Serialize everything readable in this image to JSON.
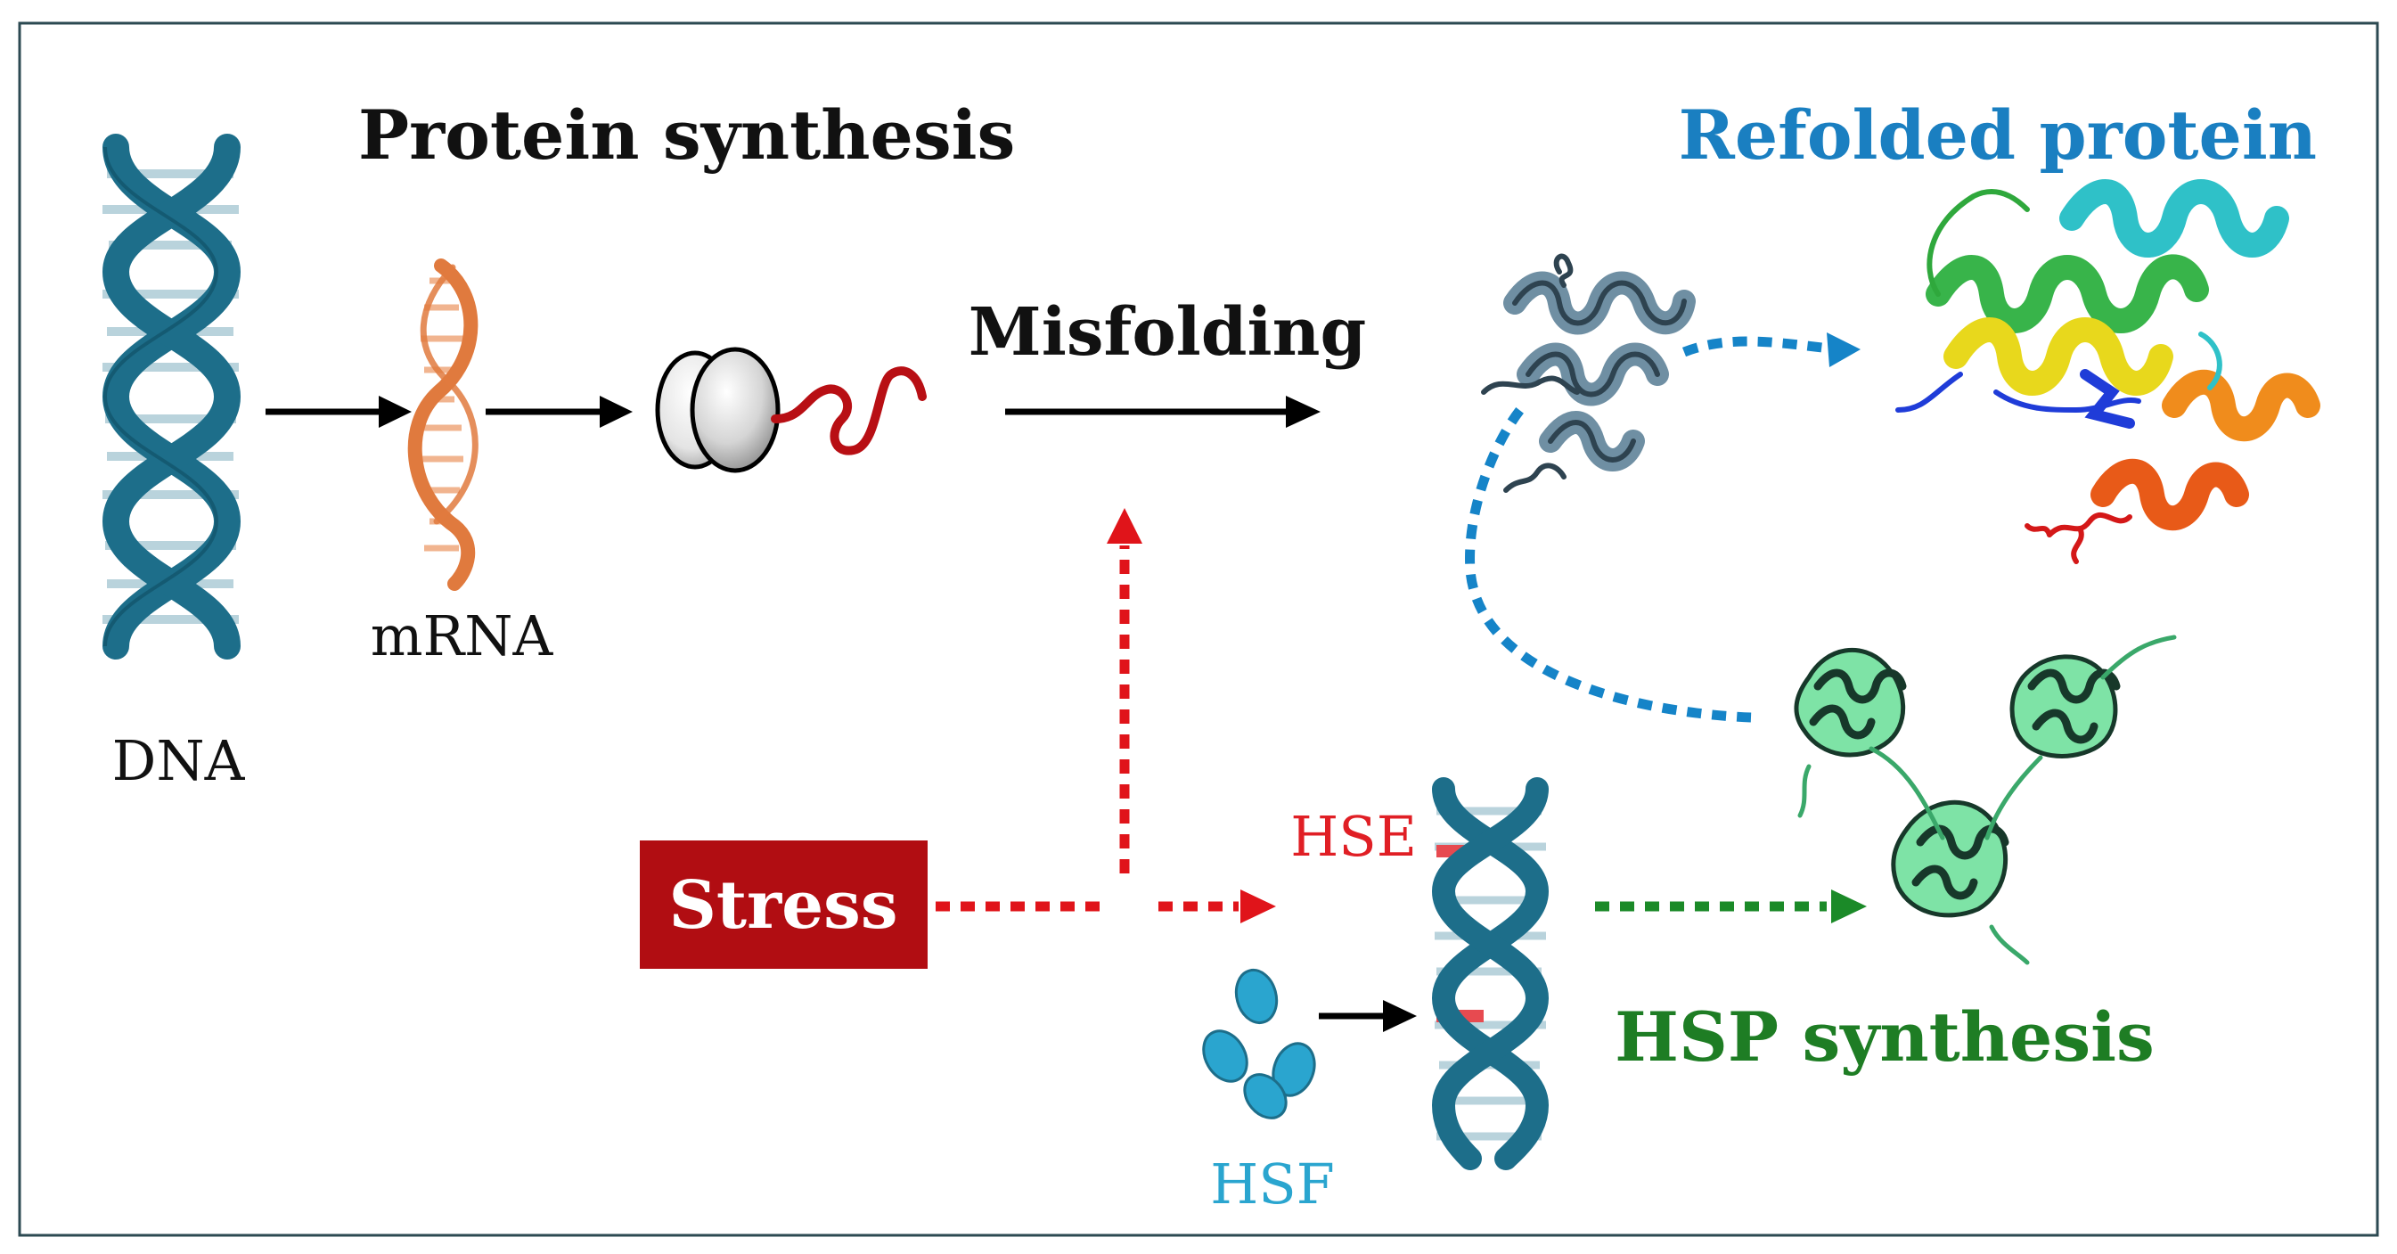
{
  "labels": {
    "protein_synthesis": "Protein synthesis",
    "refolded_protein": "Refolded protein",
    "misfolding": "Misfolding",
    "dna": "DNA",
    "mrna": "mRNA",
    "stress": "Stress",
    "hse": "HSE",
    "hsf": "HSF",
    "hsp_synthesis": "HSP synthesis"
  },
  "colors": {
    "frame": "#2c4a52",
    "dna": "#1d6e8a",
    "dna_light": "#b9d3dc",
    "mrna": "#e07a3e",
    "polypeptide": "#b80f14",
    "stress_box": "#b10d12",
    "stress_arrow": "#e0141a",
    "blue_arrow": "#1584c8",
    "green_arrow": "#1b8a28",
    "title_blue": "#1a7fc1",
    "title_green": "#1e7d24",
    "hse_red": "#e01f25",
    "hsf_blue": "#2aa5cf",
    "misfolded": "#6f8fa3",
    "hsp_dark": "#17382a",
    "hsp_light": "#7ee3a6"
  },
  "icons": {
    "dna_main": "dna-helix-icon",
    "mrna": "mrna-strand-icon",
    "ribosome": "ribosome-icon",
    "polypeptide": "polypeptide-chain-icon",
    "misfolded_protein": "misfolded-protein-icon",
    "refolded_protein": "refolded-protein-icon",
    "hsp_complex": "hsp-complex-icon",
    "hsf_cluster": "hsf-cluster-icon",
    "dna_hse": "dna-hse-icon"
  }
}
